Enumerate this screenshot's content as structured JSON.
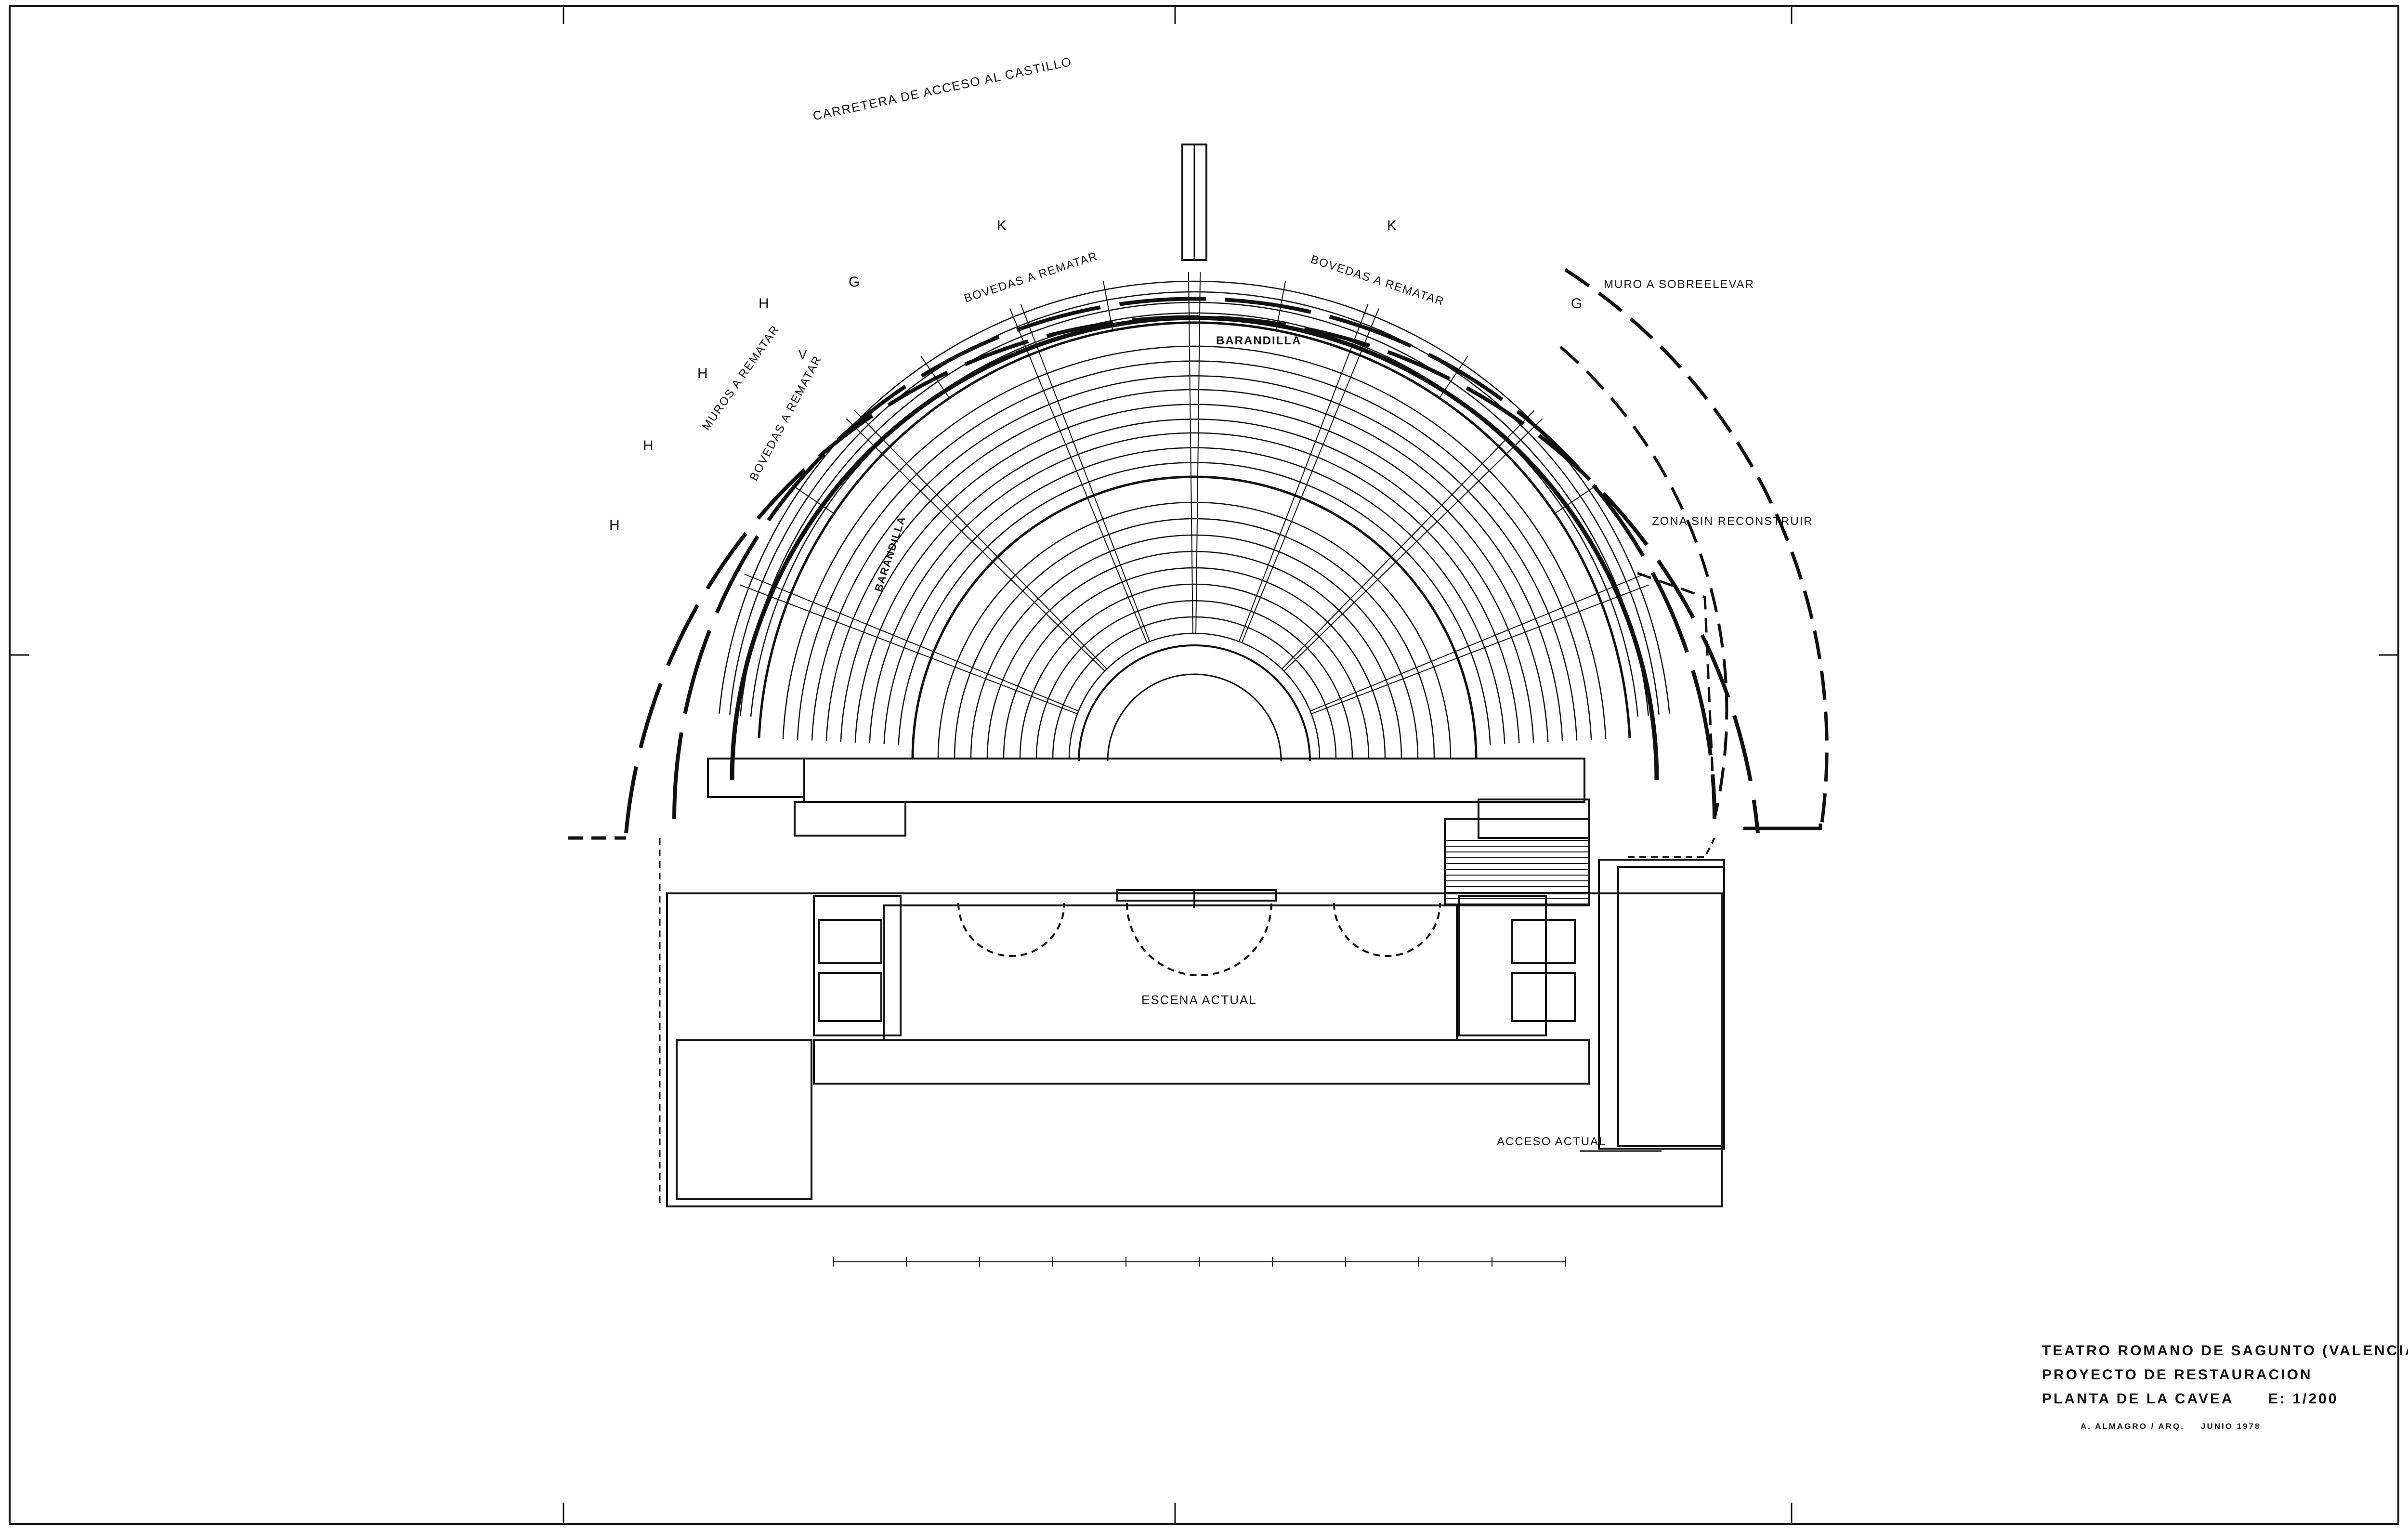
{
  "labels": {
    "road": "CARRETERA DE ACCESO AL CASTILLO",
    "bovedas_top_left": "BOVEDAS A REMATAR",
    "bovedas_top_right": "BOVEDAS A REMATAR",
    "bovedas_left": "BOVEDAS A REMATAR",
    "muros_left": "MUROS A REMATAR",
    "muro_sobreelevar": "MURO A SOBREELEVAR",
    "zona_sin_reconstruir": "ZONA SIN RECONSTRUIR",
    "barandilla_top": "BARANDILLA",
    "barandilla_left": "BARANDILLA",
    "escena_actual": "ESCENA ACTUAL",
    "acceso_actual": "ACCESO ACTUAL"
  },
  "markers": {
    "k_left": "K",
    "k_right": "K",
    "g_left": "G",
    "g_right": "G",
    "h1": "H",
    "h2": "H",
    "h3": "H",
    "h4": "H",
    "v": "V"
  },
  "title_block": {
    "line1": "TEATRO ROMANO DE SAGUNTO (VALENCIA)",
    "line2": "PROYECTO DE RESTAURACION",
    "line3": "PLANTA DE LA CAVEA",
    "scale": "E: 1/200",
    "author": "A. ALMAGRO / ARQ.",
    "date": "JUNIO 1978"
  },
  "colors": {
    "ink": "#111111",
    "paper": "#ffffff"
  }
}
